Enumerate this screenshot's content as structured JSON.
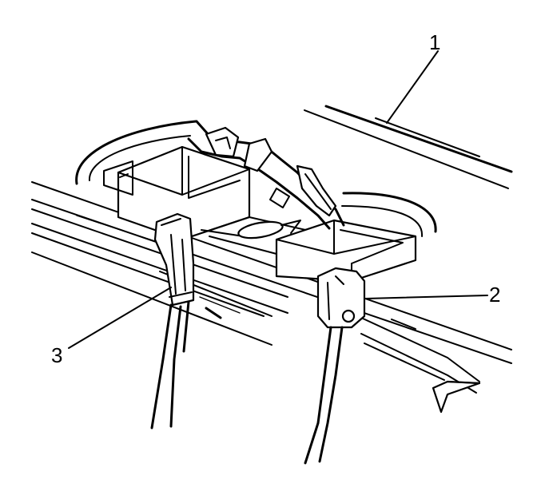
{
  "callouts": {
    "c1": {
      "label": "1"
    },
    "c2": {
      "label": "2"
    },
    "c3": {
      "label": "3"
    }
  },
  "colors": {
    "line": "#000000",
    "background": "#ffffff"
  }
}
